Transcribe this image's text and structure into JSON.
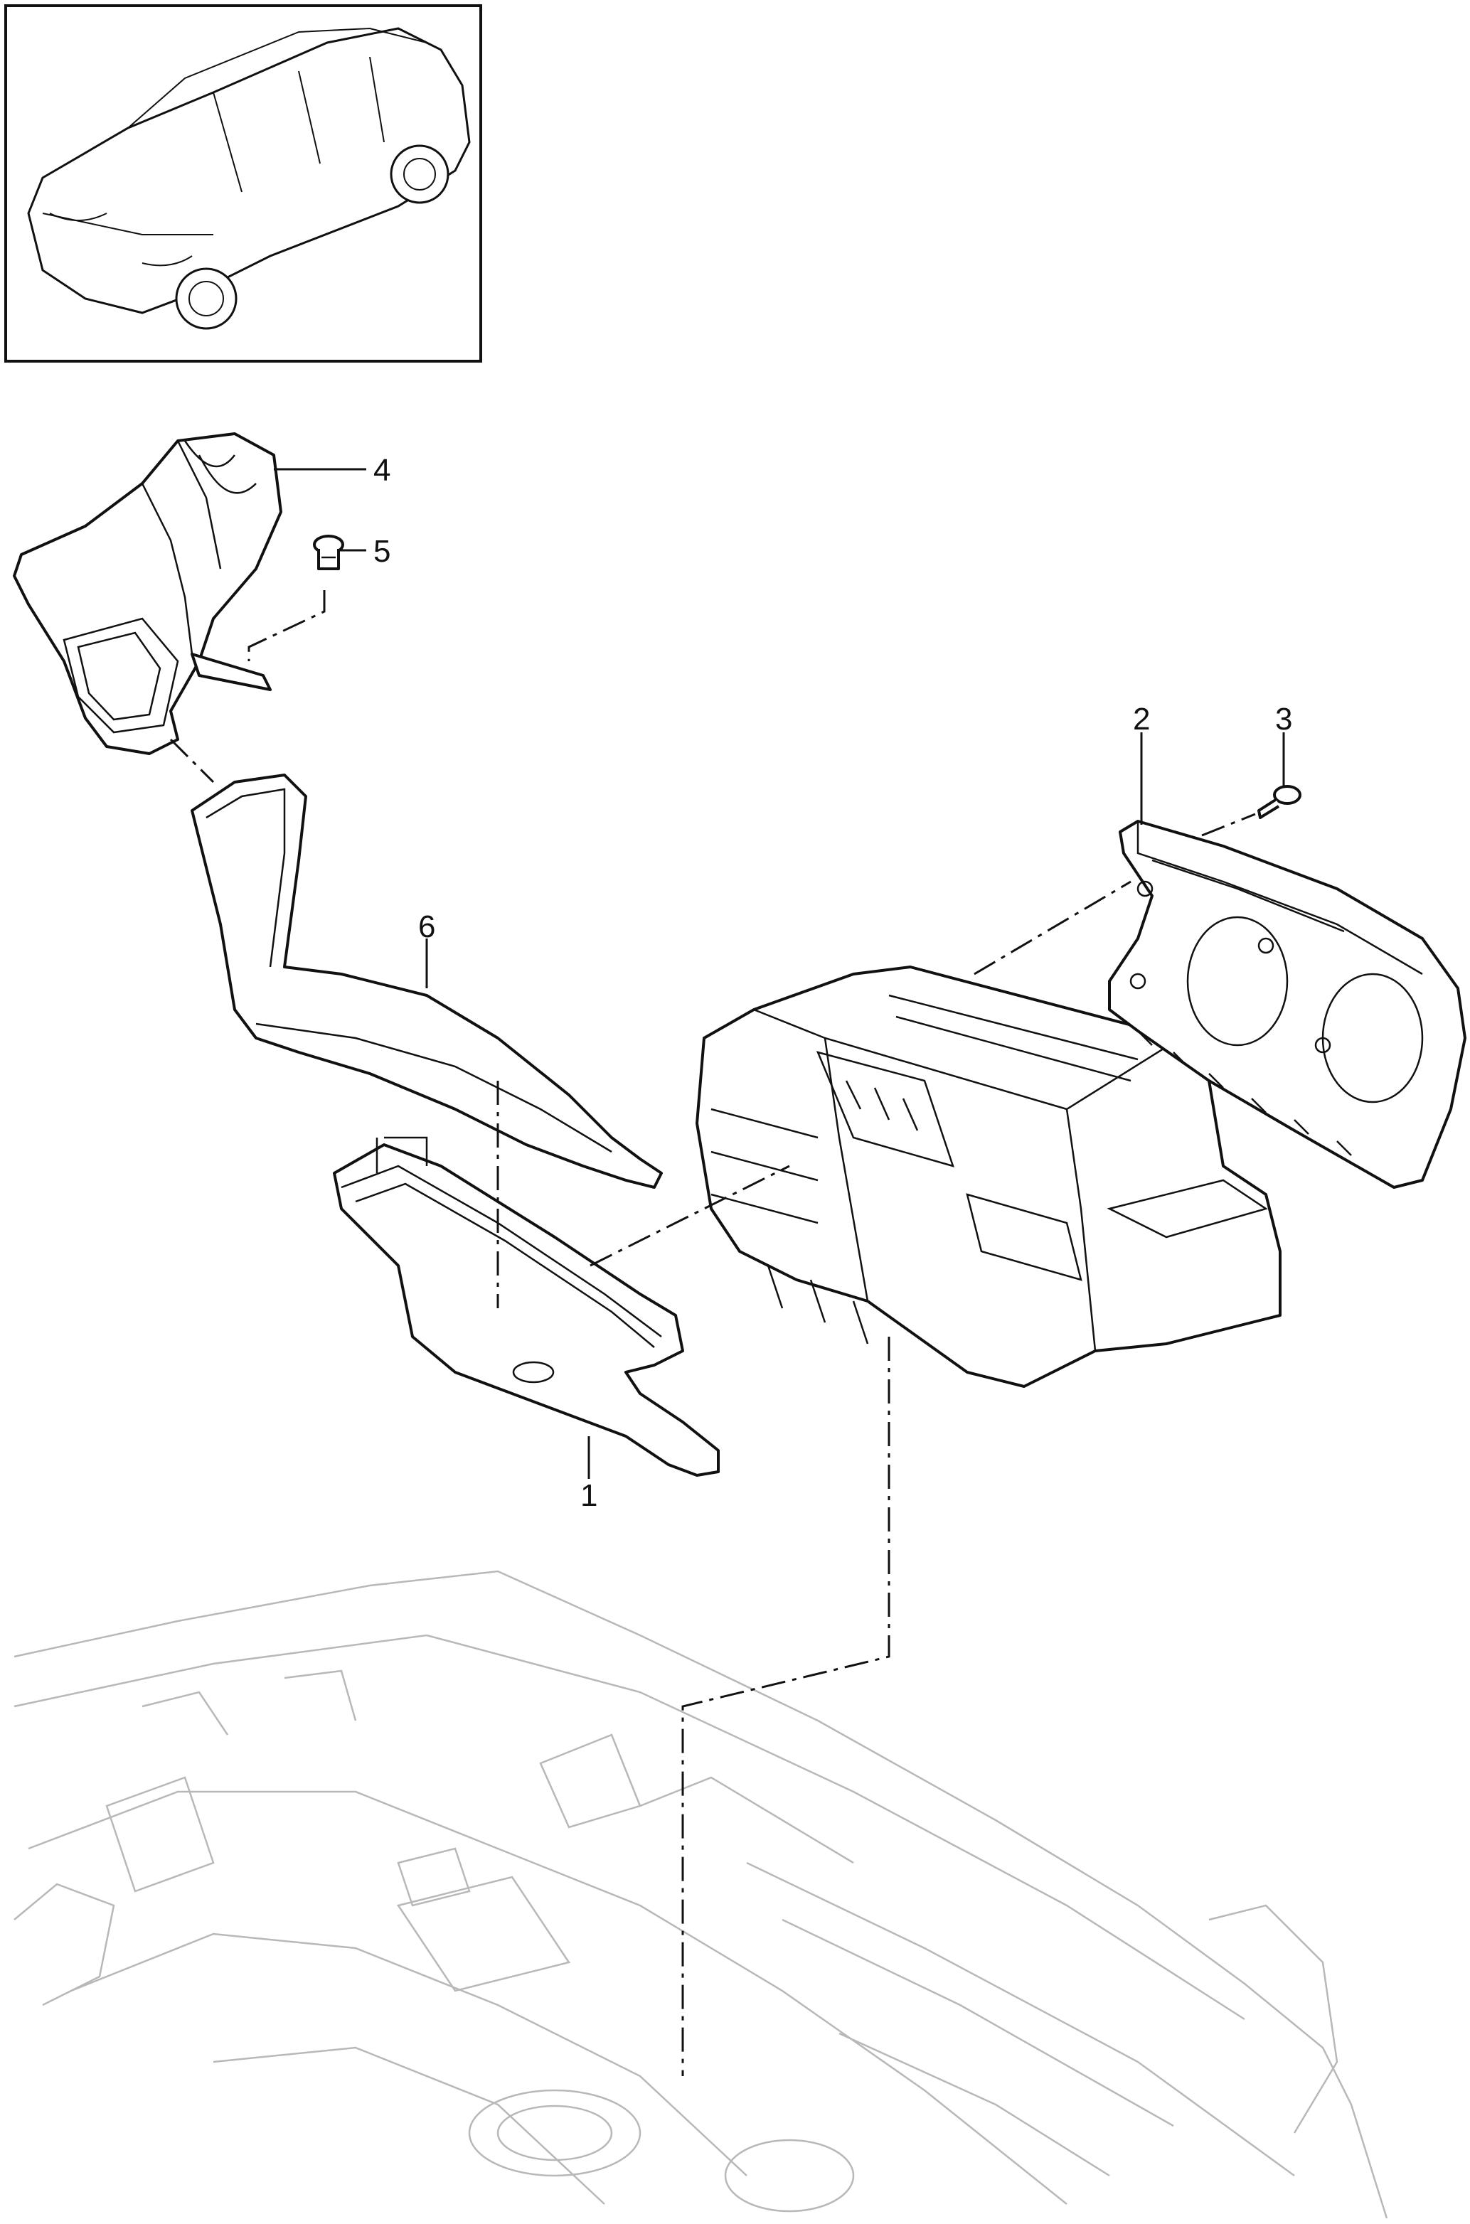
{
  "callouts": [
    {
      "id": "1",
      "label": "1"
    },
    {
      "id": "2",
      "label": "2"
    },
    {
      "id": "3",
      "label": "3"
    },
    {
      "id": "4",
      "label": "4"
    },
    {
      "id": "5",
      "label": "5"
    },
    {
      "id": "6",
      "label": "6"
    }
  ],
  "colors": {
    "line": "#111111",
    "ghost": "#b8b8b8",
    "background": "#ffffff"
  }
}
